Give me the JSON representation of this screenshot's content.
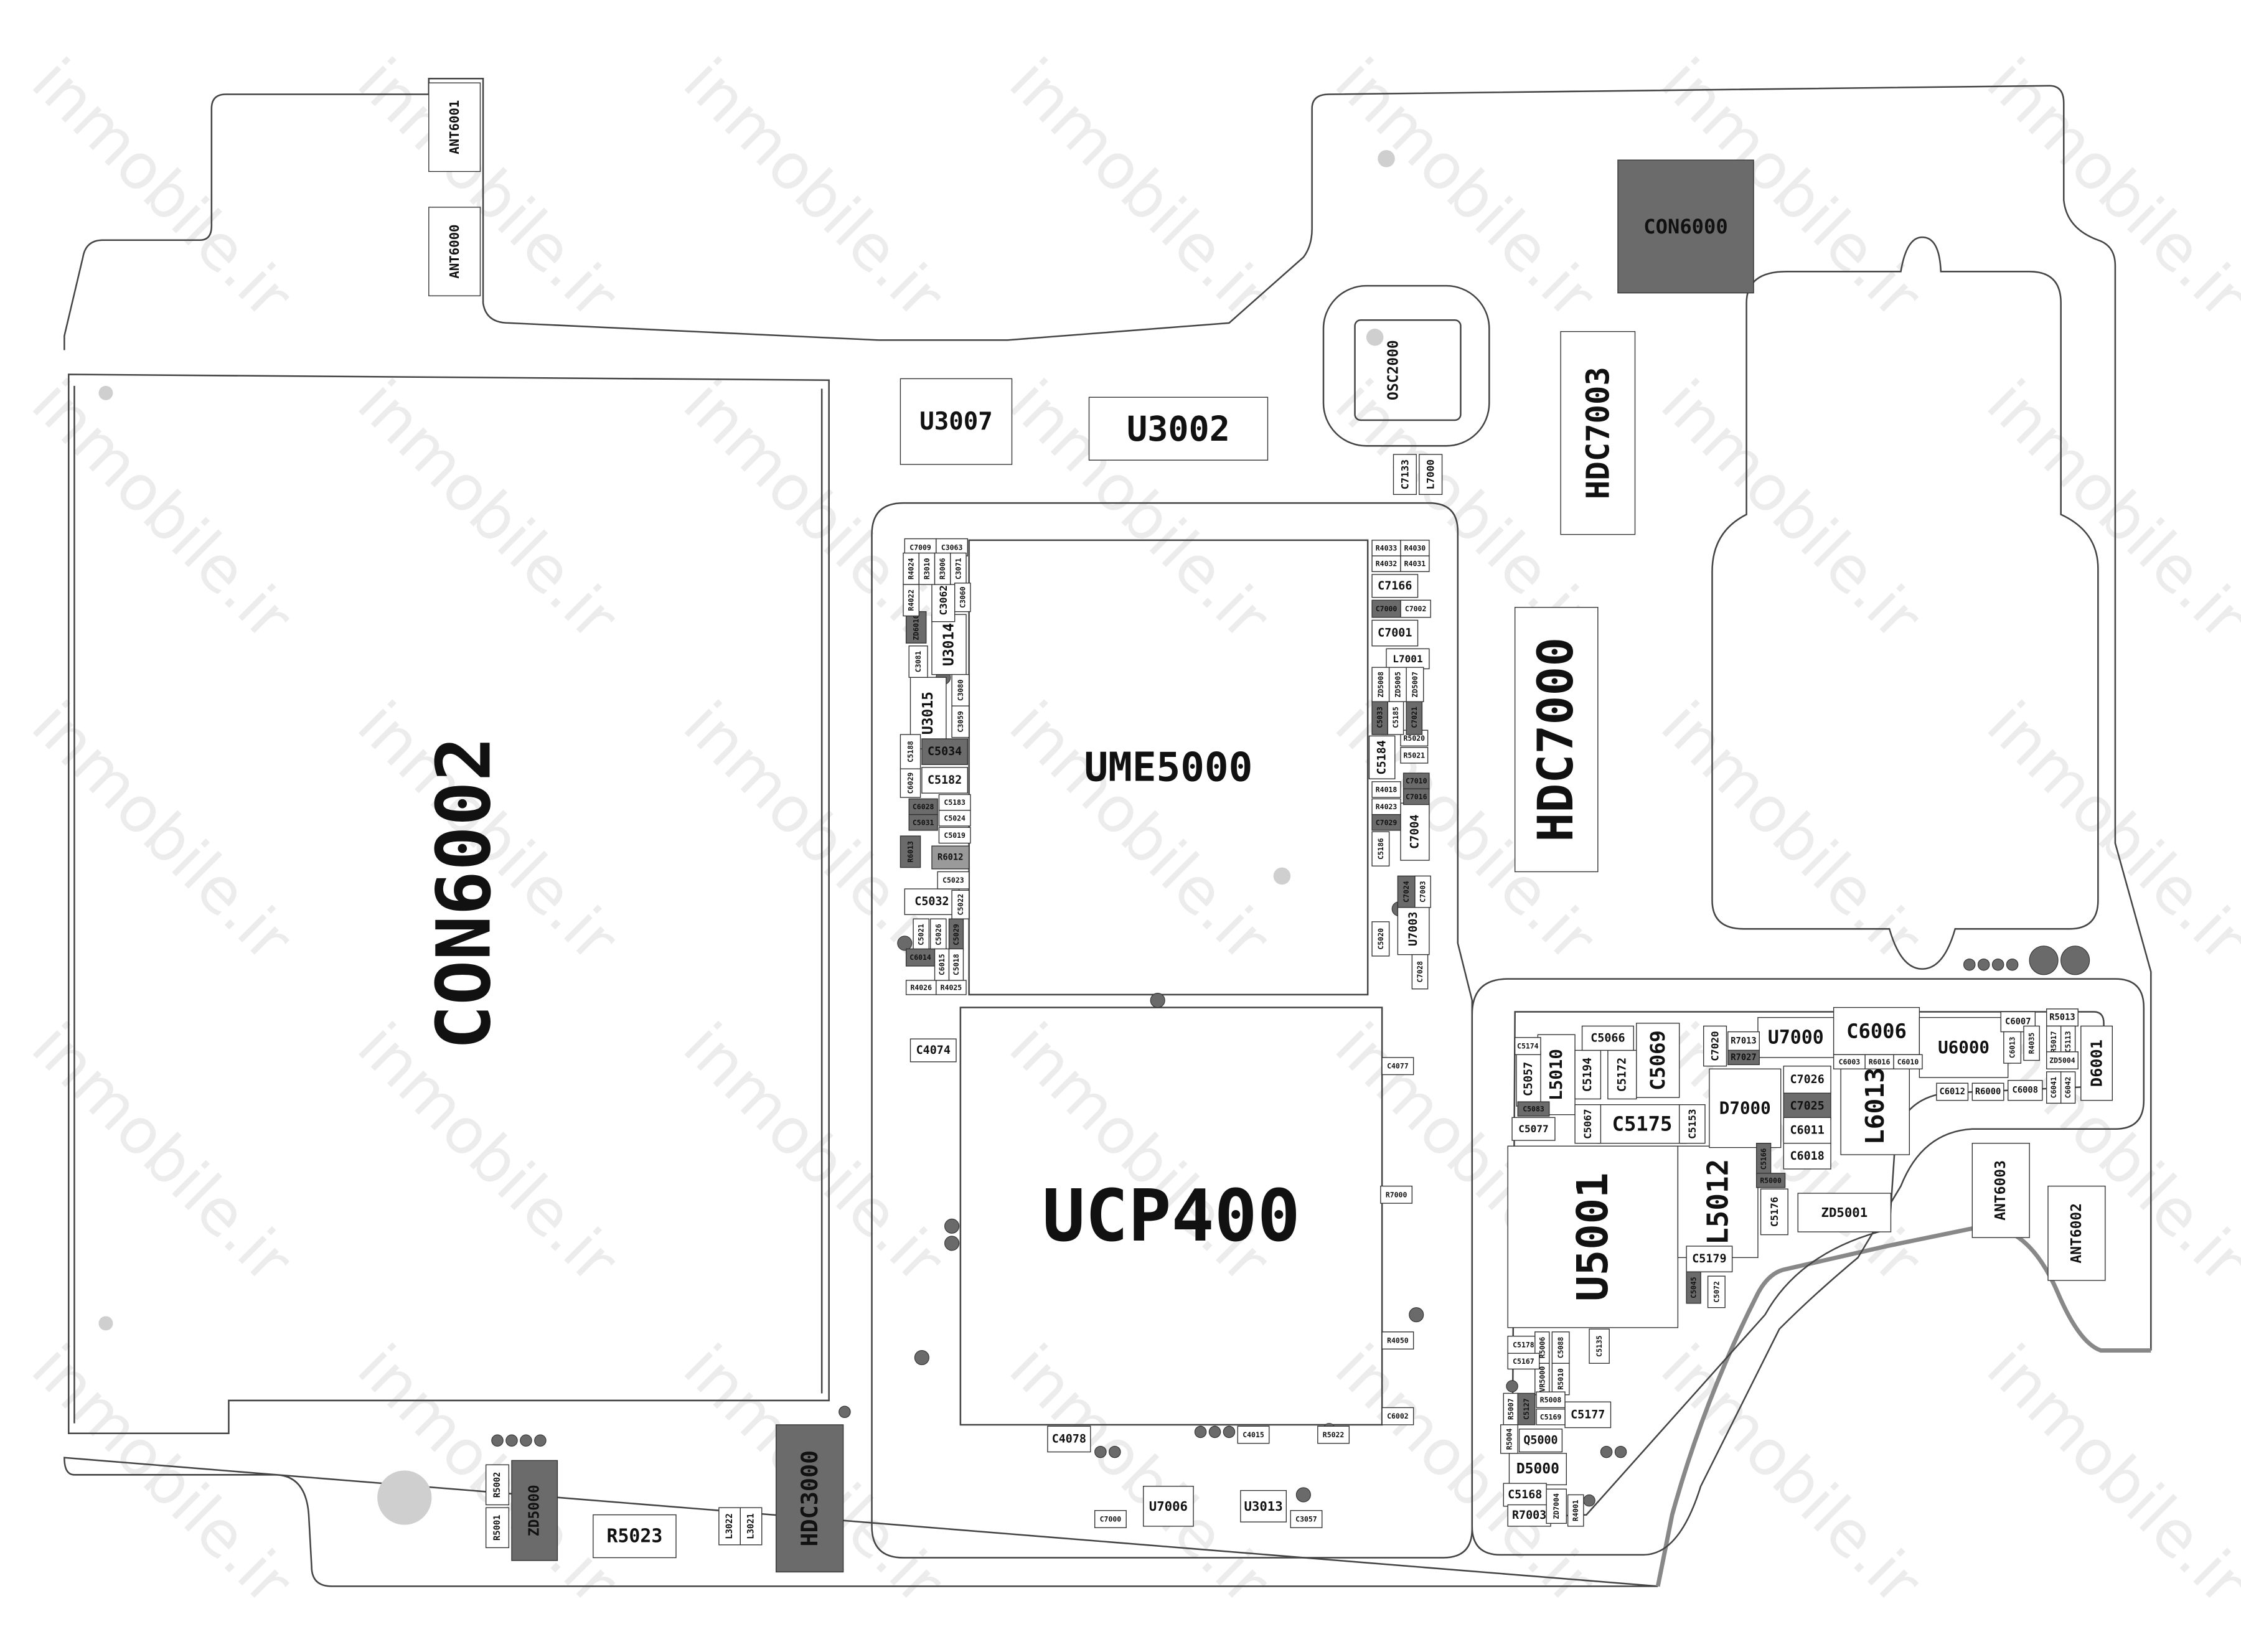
{
  "title": "PCB component layout",
  "watermark": "inmobile.ir",
  "colors": {
    "dark_part": "#6b6b6b",
    "mid_part": "#9a9a9a",
    "outline": "#444444",
    "watermark": "#ececec"
  },
  "components": [
    "CON6002",
    "CON6000",
    "U3007",
    "U3002",
    "OSC2000",
    "HDC7003",
    "HDC7000",
    "UME5000",
    "UCP400",
    "ANT6001",
    "ANT6000",
    "U5001",
    "L5012",
    "U7000",
    "C6006",
    "U6000",
    "L6013",
    "D7000",
    "C5175",
    "C5069",
    "L5010",
    "ZD5001",
    "ANT6003",
    "ANT6002",
    "D6001",
    "HDC3000",
    "R5023",
    "ZD5000",
    "R5002",
    "R5001",
    "L3022",
    "L3021",
    "C7166",
    "C7001",
    "L7001",
    "C7004",
    "U7003",
    "C5184",
    "U3014",
    "U3015",
    "C5034",
    "C5182",
    "C5032",
    "C3062",
    "C4074",
    "C4078",
    "U7006",
    "U3013",
    "C7133",
    "L7000",
    "C5057",
    "C5194",
    "C5172",
    "C5066",
    "C5077",
    "C5067",
    "C5153",
    "C7026",
    "C7025",
    "C6011",
    "C6018",
    "C5176",
    "C6003",
    "R6016",
    "C6010",
    "C6007",
    "R5013",
    "C6012",
    "R6000",
    "C6008",
    "C7020",
    "R7013",
    "R7027",
    "C5179",
    "C5177",
    "Q5000",
    "D5000",
    "C5168",
    "R7003",
    "R4033",
    "R4030",
    "R4032",
    "R4031",
    "C7009",
    "C3063",
    "R6012",
    "C4077",
    "R4050",
    "C6002",
    "R5022",
    "C4015",
    "R7000",
    "C3057",
    "C7000",
    "C5135",
    "C5178",
    "C5174",
    "C5083",
    "C5072",
    "C5045",
    "C7002",
    "C7000",
    "C5023",
    "C5022",
    "R4026",
    "R4025",
    "C5188",
    "C6029",
    "C5183",
    "C5024",
    "C5019",
    "R6013",
    "C6028",
    "C5031",
    "ZD6010",
    "C3081",
    "R4024",
    "R3010",
    "R3006",
    "C3071",
    "R4022",
    "C3060",
    "C3080",
    "C3059",
    "C5021",
    "C5026",
    "C5029",
    "C6014",
    "C6015",
    "C5018",
    "C7024",
    "C7003",
    "C5020",
    "C7028",
    "R5020",
    "R5021",
    "C7010",
    "C7016",
    "R4018",
    "R4023",
    "C7029",
    "C5186",
    "C5033",
    "C5185",
    "C7021",
    "ZD5008",
    "ZD5005",
    "ZD5007",
    "C5166",
    "R5000",
    "R5006",
    "C5088",
    "VR5000",
    "R5010",
    "C5167",
    "R5007",
    "C5127",
    "R5008",
    "C5169",
    "R5004",
    "ZD7004",
    "R4001",
    "C6013",
    "R4035",
    "R5017",
    "C5113",
    "ZD5004",
    "C6041",
    "C6042"
  ]
}
